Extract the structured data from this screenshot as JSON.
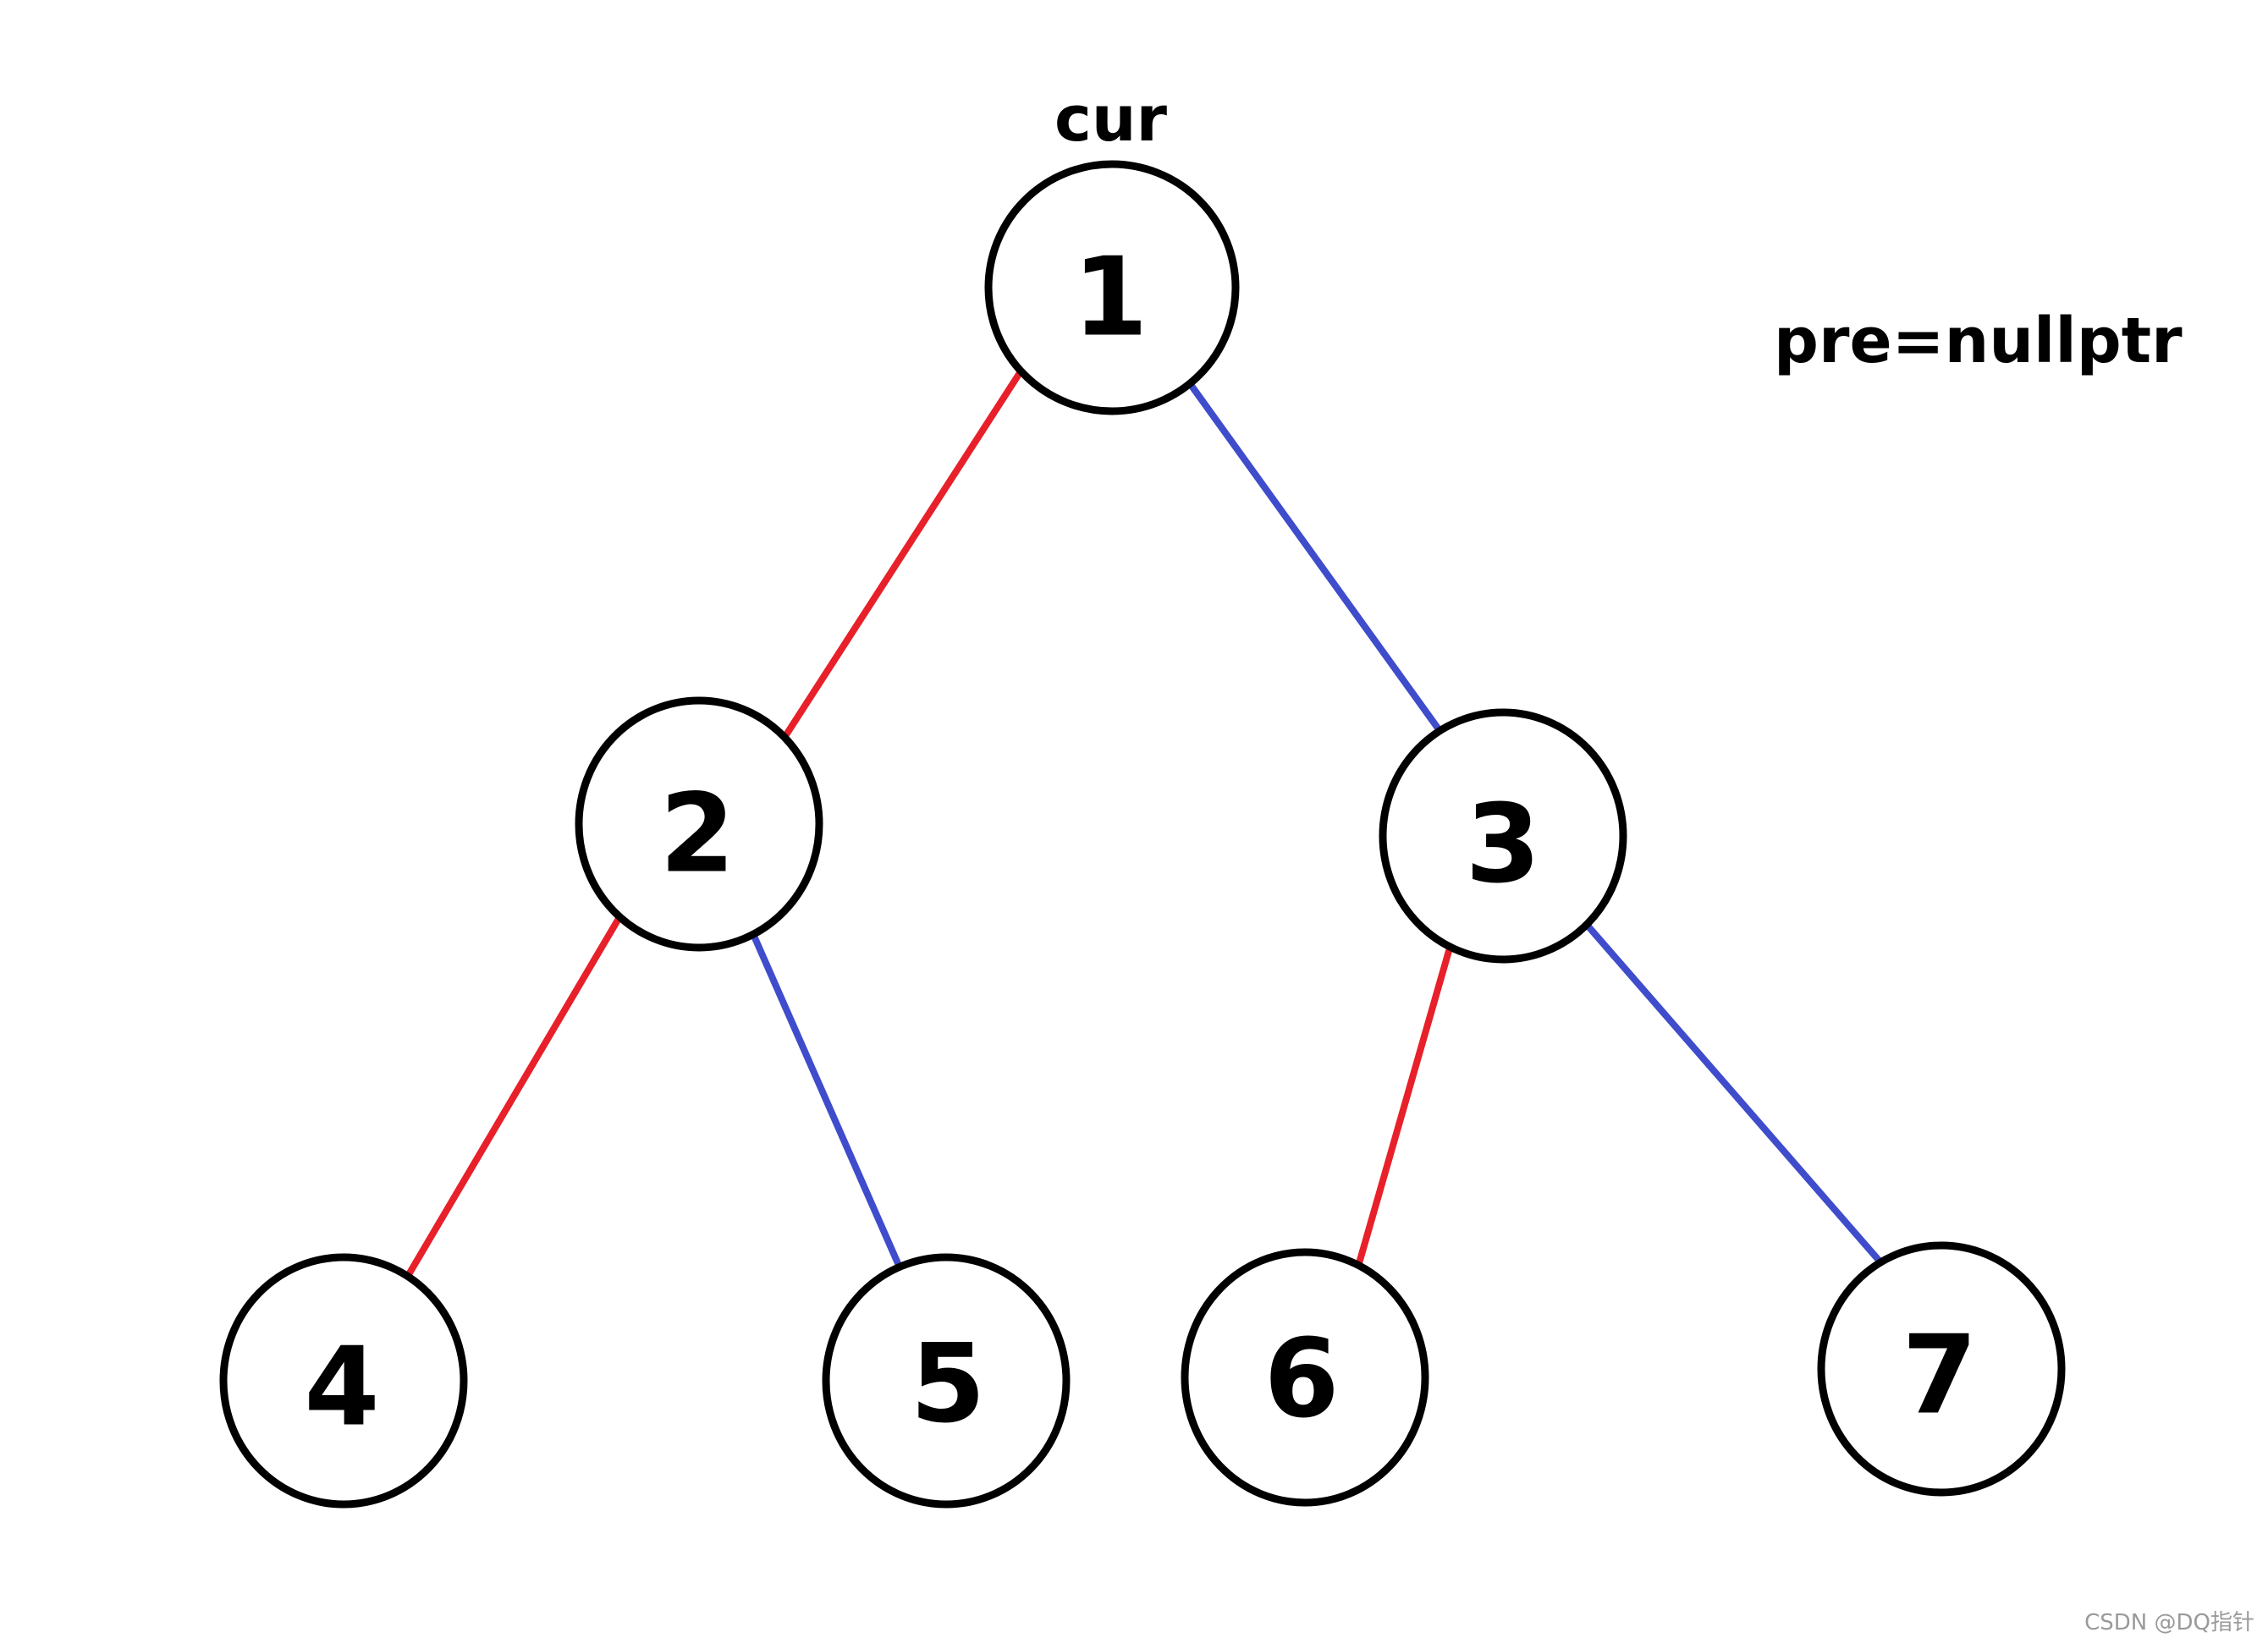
{
  "diagram": {
    "type": "binary-tree",
    "colors": {
      "left_edge": "#e8202a",
      "right_edge": "#3f4ccb",
      "node_stroke": "#000000"
    },
    "nodes": [
      {
        "id": "n1",
        "label": "1"
      },
      {
        "id": "n2",
        "label": "2"
      },
      {
        "id": "n3",
        "label": "3"
      },
      {
        "id": "n4",
        "label": "4"
      },
      {
        "id": "n5",
        "label": "5"
      },
      {
        "id": "n6",
        "label": "6"
      },
      {
        "id": "n7",
        "label": "7"
      }
    ],
    "edges": [
      {
        "from": "n1",
        "to": "n2",
        "side": "left"
      },
      {
        "from": "n1",
        "to": "n3",
        "side": "right"
      },
      {
        "from": "n2",
        "to": "n4",
        "side": "left"
      },
      {
        "from": "n2",
        "to": "n5",
        "side": "right"
      },
      {
        "from": "n3",
        "to": "n6",
        "side": "left"
      },
      {
        "from": "n3",
        "to": "n7",
        "side": "right"
      }
    ],
    "annotations": {
      "cur_label": "cur",
      "pre_label": "pre=nullptr"
    },
    "watermark": "CSDN @DQ指针"
  }
}
